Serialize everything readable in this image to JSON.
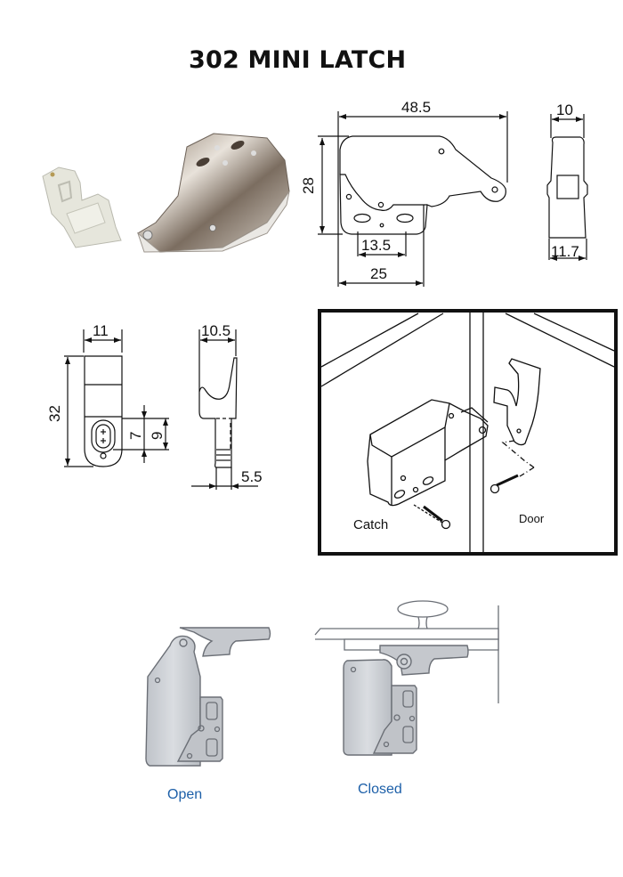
{
  "title": "302 MINI LATCH",
  "photo": {
    "items": [
      "strike-plate",
      "latch-body"
    ]
  },
  "latch_dimensions": {
    "width_overall": "48.5",
    "height": "28",
    "hole_spacing": "13.5",
    "base_width": "25"
  },
  "latch_side_dimensions": {
    "top_width": "10",
    "bottom_width": "11.7"
  },
  "strike_front_dimensions": {
    "width": "11",
    "height": "32",
    "slot_length": "7",
    "slot_offset": "9"
  },
  "strike_side_dimensions": {
    "width": "10.5",
    "thickness": "5.5"
  },
  "installation": {
    "catch_label": "Catch",
    "door_label": "Door"
  },
  "states": {
    "open_label": "Open",
    "closed_label": "Closed"
  },
  "colors": {
    "line": "#111111",
    "metal_fill": "#c9ccd1",
    "metal_stroke": "#6b6f76",
    "label_blue": "#1c5fa8"
  }
}
